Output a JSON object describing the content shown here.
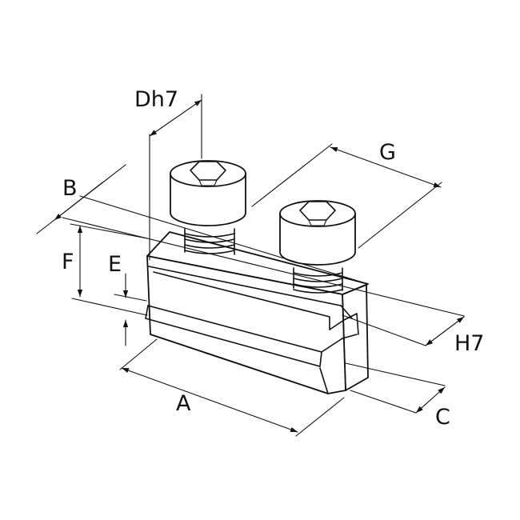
{
  "labels": {
    "A": "A",
    "B": "B",
    "C": "C",
    "Dh7": "Dh7",
    "E": "E",
    "F": "F",
    "G": "G",
    "H7": "H7"
  }
}
